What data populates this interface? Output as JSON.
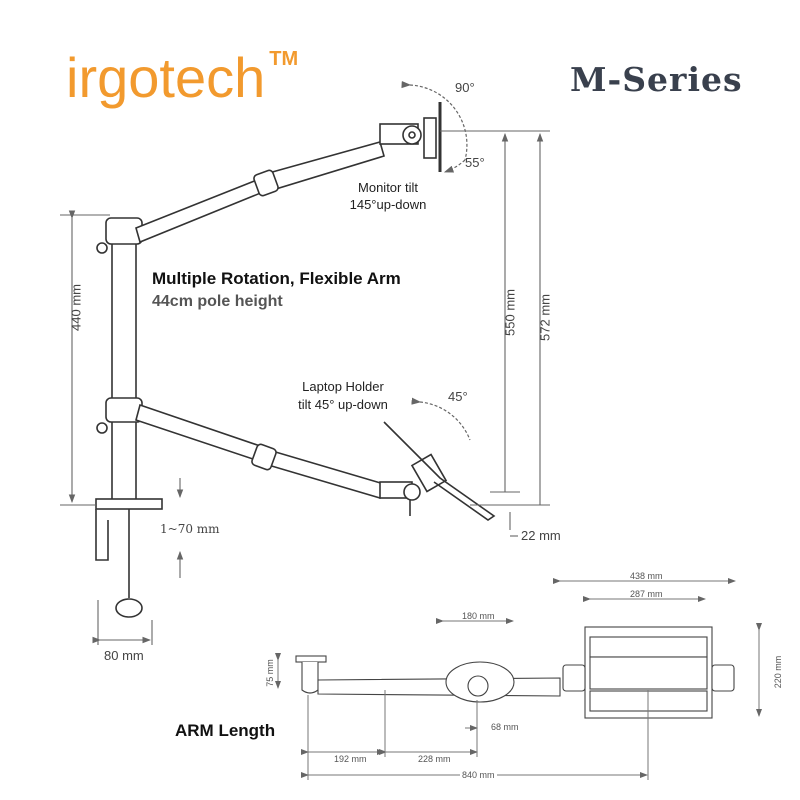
{
  "brand": {
    "logo_text": "irgotech",
    "trademark": "TM",
    "series": "M-Series",
    "accent_color": "#f29a2e"
  },
  "headline": {
    "title": "Multiple Rotation, Flexible Arm",
    "subtitle": "44cm pole height"
  },
  "monitor": {
    "tilt_line1": "Monitor tilt",
    "tilt_line2": "145°up-down",
    "angle_up": "90°",
    "angle_down": "55°"
  },
  "laptop": {
    "line1": "Laptop Holder",
    "line2": "tilt 45° up-down",
    "angle": "45°"
  },
  "side_dimensions": {
    "pole": "440 mm",
    "arm_height": "550 mm",
    "total_height": "572 mm",
    "clamp": "1~70 mm",
    "drop": "22 mm",
    "base": "80 mm"
  },
  "top_view": {
    "label": "ARM Length",
    "holder_outer": "438 mm",
    "holder_inner": "287 mm",
    "holder_depth": "220 mm",
    "hub_width": "180 mm",
    "mount_height": "75 mm",
    "pole_dia": "68 mm",
    "seg1": "192 mm",
    "seg2": "228 mm",
    "total": "840 mm"
  }
}
